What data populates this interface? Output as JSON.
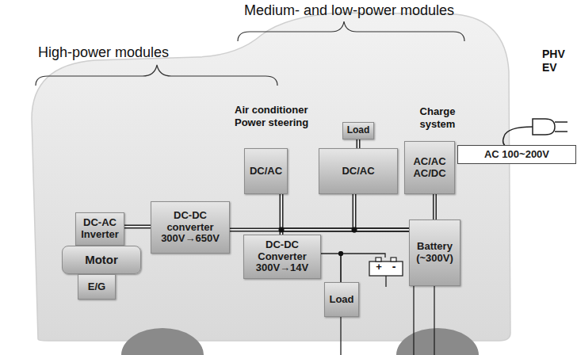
{
  "diagram": {
    "nodes": [
      {
        "text": [
          "DC-AC Inverter"
        ]
      },
      {
        "text": [
          "Motor"
        ]
      },
      {
        "text": [
          "E/G"
        ]
      },
      {
        "text": [
          "DC-DC converter 300V→650V"
        ]
      },
      {
        "text": [
          "DC/AC"
        ]
      },
      {
        "text": [
          "Load"
        ]
      },
      {
        "text": [
          "DC/AC"
        ]
      },
      {
        "text": [
          "AC/AC AC/DC"
        ]
      },
      {
        "text": [
          "DC-DC Converter 300V→14V"
        ]
      },
      {
        "text": [
          "Load"
        ]
      },
      {
        "text": [
          "Battery (~300V)"
        ]
      },
      {
        "text": [
          "AC 100~200V"
        ]
      }
    ],
    "edges": [
      {
        "from": 0,
        "to": 3,
        "arrow": "none"
      },
      {
        "from": 3,
        "to": 10,
        "arrow": "none"
      },
      {
        "from": 4,
        "to": 10,
        "arrow": "none"
      },
      {
        "from": 6,
        "to": 10,
        "arrow": "none"
      },
      {
        "from": 8,
        "to": 10,
        "arrow": "none"
      },
      {
        "from": 7,
        "to": 10,
        "arrow": "none"
      },
      {
        "from": 5,
        "to": 6,
        "arrow": "none"
      },
      {
        "from": 8,
        "to": 9,
        "arrow": "none"
      }
    ],
    "labels": [
      "Medium- and low-power modules",
      "High-power modules",
      "Air conditioner Power steering",
      "Charge system",
      "PHV EV",
      "+",
      "-"
    ]
  }
}
